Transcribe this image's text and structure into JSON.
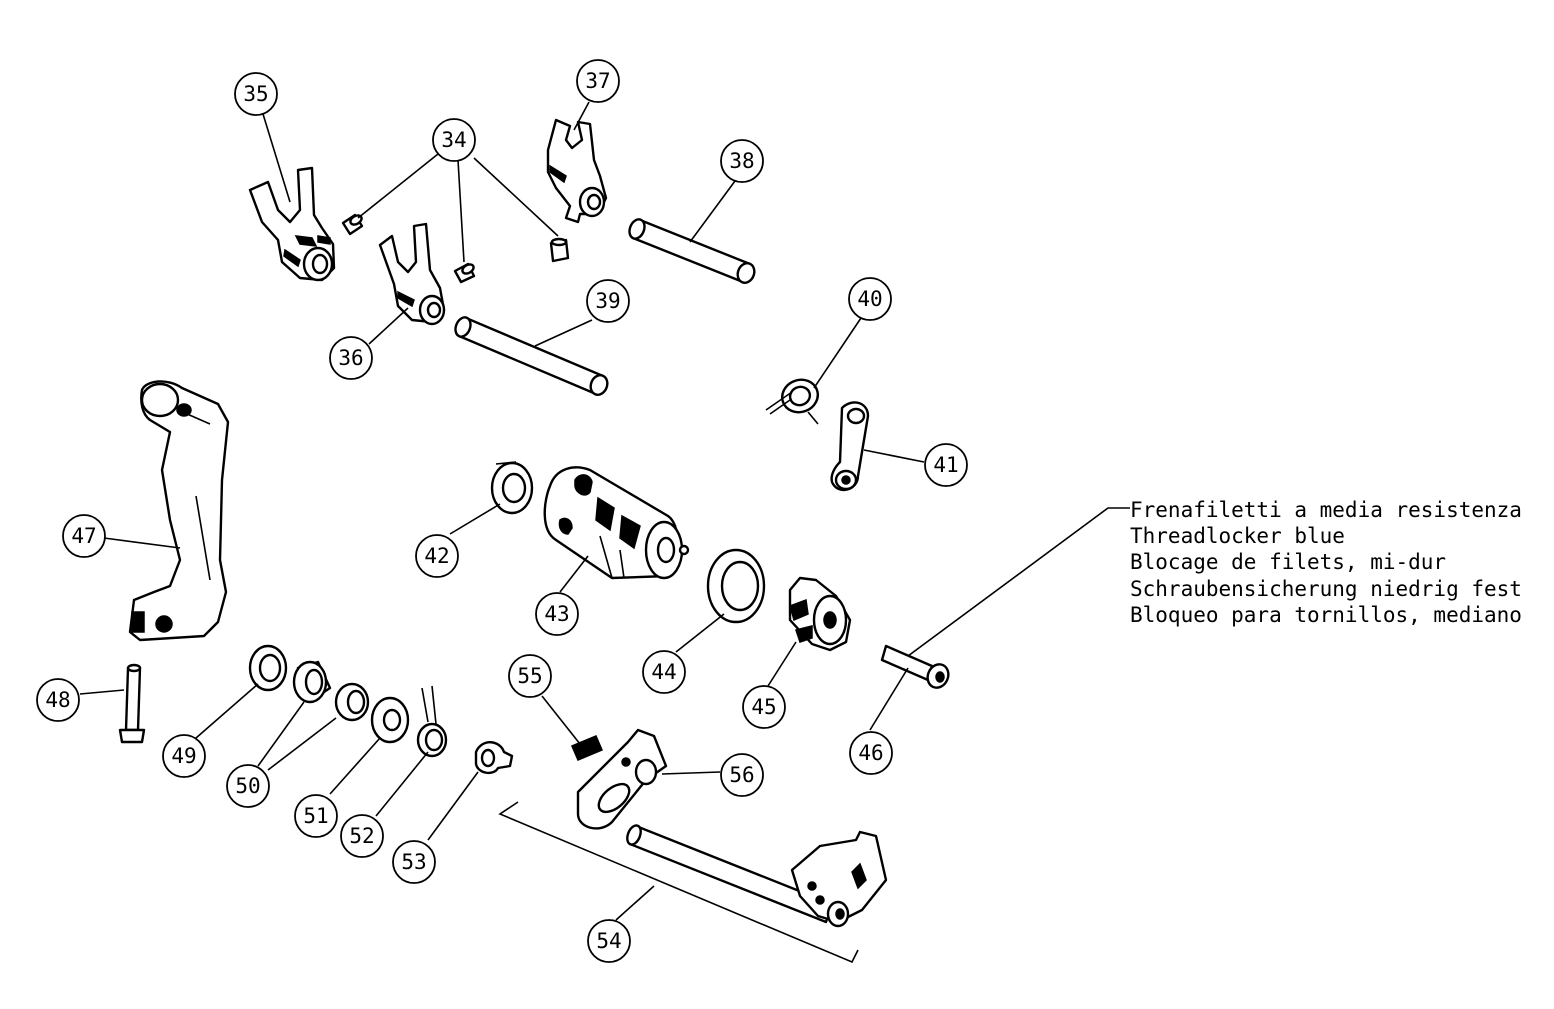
{
  "callouts": [
    {
      "id": "34",
      "label": "34"
    },
    {
      "id": "35",
      "label": "35"
    },
    {
      "id": "36",
      "label": "36"
    },
    {
      "id": "37",
      "label": "37"
    },
    {
      "id": "38",
      "label": "38"
    },
    {
      "id": "39",
      "label": "39"
    },
    {
      "id": "40",
      "label": "40"
    },
    {
      "id": "41",
      "label": "41"
    },
    {
      "id": "42",
      "label": "42"
    },
    {
      "id": "43",
      "label": "43"
    },
    {
      "id": "44",
      "label": "44"
    },
    {
      "id": "45",
      "label": "45"
    },
    {
      "id": "46",
      "label": "46"
    },
    {
      "id": "47",
      "label": "47"
    },
    {
      "id": "48",
      "label": "48"
    },
    {
      "id": "49",
      "label": "49"
    },
    {
      "id": "50",
      "label": "50"
    },
    {
      "id": "51",
      "label": "51"
    },
    {
      "id": "52",
      "label": "52"
    },
    {
      "id": "53",
      "label": "53"
    },
    {
      "id": "54",
      "label": "54"
    },
    {
      "id": "55",
      "label": "55"
    },
    {
      "id": "56",
      "label": "56"
    }
  ],
  "note": {
    "lines": [
      "Frenafiletti a media resistenza",
      "Threadlocker blue",
      "Blocage de filets, mi-dur",
      "Schraubensicherung niedrig fest",
      "Bloqueo para tornillos, mediano"
    ]
  }
}
